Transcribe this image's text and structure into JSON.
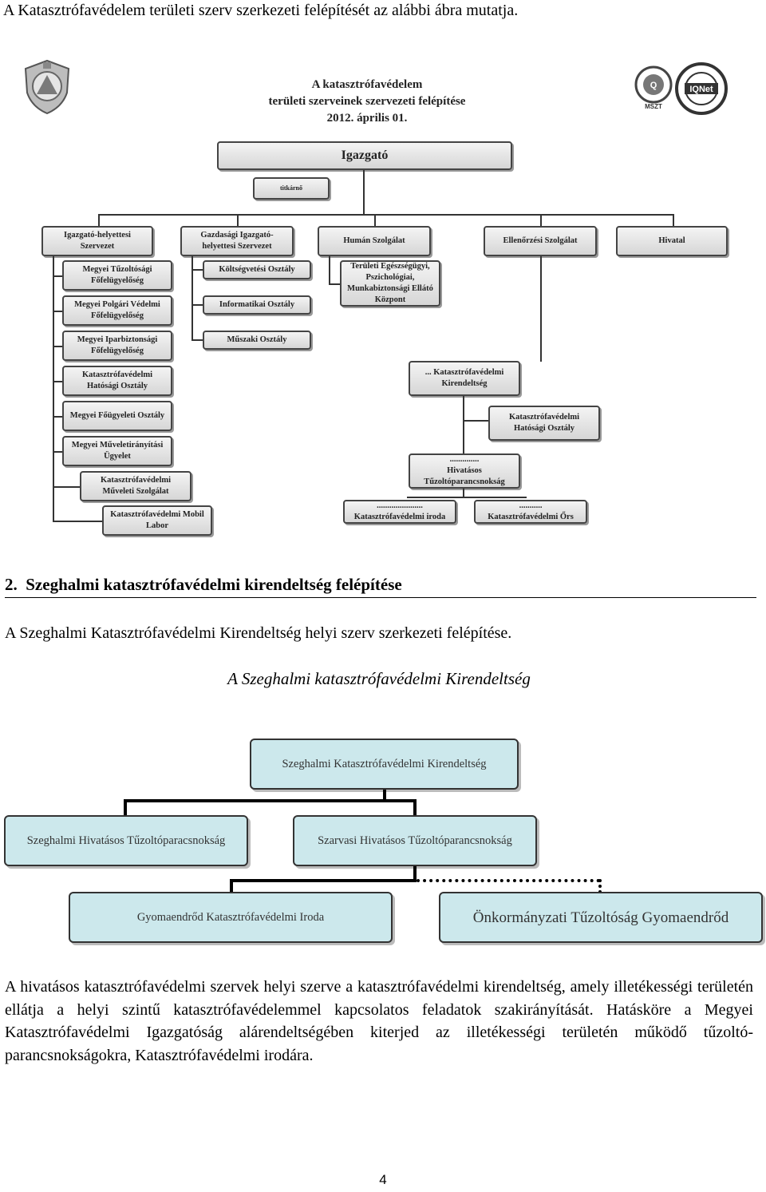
{
  "intro_line": "A Katasztrófavédelem területi szerv szerkezeti felépítését az alábbi ábra mutatja.",
  "figure1": {
    "title_lines": [
      "A katasztrófavédelem",
      "területi szerveinek szervezeti felépítése",
      "2012. április 01."
    ],
    "top": "Igazgató",
    "secretary": "titkárnő",
    "departments": [
      "Igazgató-helyettesi Szervezet",
      "Gazdasági Igazgató-helyettesi Szervezet",
      "Humán Szolgálat",
      "Ellenőrzési Szolgálat",
      "Hivatal"
    ],
    "col1": [
      "Megyei Tűzoltósági Főfelügyelőség",
      "Megyei Polgári Védelmi Főfelügyelőség",
      "Megyei Iparbiztonsági Főfelügyelőség",
      "Katasztrófavédelmi Hatósági Osztály",
      "Megyei Főügyeleti Osztály",
      "Megyei Műveletirányítási Ügyelet",
      "Katasztrófavédelmi Műveleti Szolgálat",
      "Katasztrófavédelmi Mobil Labor"
    ],
    "col2": [
      "Költségvetési Osztály",
      "Informatikai Osztály",
      "Műszaki Osztály"
    ],
    "col3": [
      "Területi Egészségügyi, Pszichológiai, Munkabiztonsági Ellátó Központ"
    ],
    "branch": "... Katasztrófavédelmi Kirendeltség",
    "branch_authority": "Katasztrófavédelmi Hatósági Osztály",
    "fire_command_dots": "..............",
    "fire_command": "Hivatásos Tűzoltóparancsnokság",
    "office_dots": "......................",
    "office": "Katasztrófavédelmi iroda",
    "post_dots": "...........",
    "post": "Katasztrófavédelmi Őrs",
    "cert_labels": [
      "MSZT",
      "IQNet"
    ]
  },
  "section": {
    "number": "2.",
    "title": "Szeghalmi katasztrófavédelmi kirendeltség felépítése"
  },
  "intro2": "A Szeghalmi Katasztrófavédelmi Kirendeltség helyi szerv szerkezeti felépítése.",
  "figure2": {
    "title": "A Szeghalmi katasztrófavédelmi Kirendeltség",
    "root": "Szeghalmi Katasztrófavédelmi Kirendeltség",
    "left_child": "Szeghalmi Hivatásos Tűzoltóparacsnokság",
    "right_child": "Szarvasi Hivatásos Tűzoltóparancsnokság",
    "office": "Gyomaendrőd Katasztrófavédelmi Iroda",
    "municipal": "Önkormányzati Tűzoltóság Gyomaendrőd"
  },
  "paragraph": "A hivatásos katasztrófavédelmi szervek helyi szerve a katasztrófavédelmi kirendeltség, amely illetékességi területén ellátja a helyi szintű katasztrófavédelemmel kapcsolatos feladatok szakirányítását. Hatásköre a Megyei Katasztrófavédelmi Igazgatóság alárendeltségében kiterjed az illetékességi területén működő tűzoltó-parancsnokságokra, Katasztrófavédelmi irodára.",
  "page_number": "4"
}
